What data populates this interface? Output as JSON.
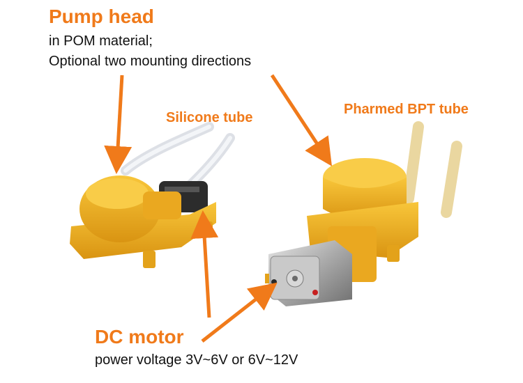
{
  "pump_head": {
    "title": "Pump head",
    "line1": "in POM material;",
    "line2": "Optional two mounting directions"
  },
  "labels": {
    "silicone_tube": "Silicone tube",
    "pharmed_tube": "Pharmed BPT tube"
  },
  "dc_motor": {
    "title": "DC motor",
    "voltage": "power voltage 3V~6V or 6V~12V"
  },
  "colors": {
    "accent": "#f07a1a",
    "pump_yellow": "#f2b320",
    "text": "#111111"
  }
}
